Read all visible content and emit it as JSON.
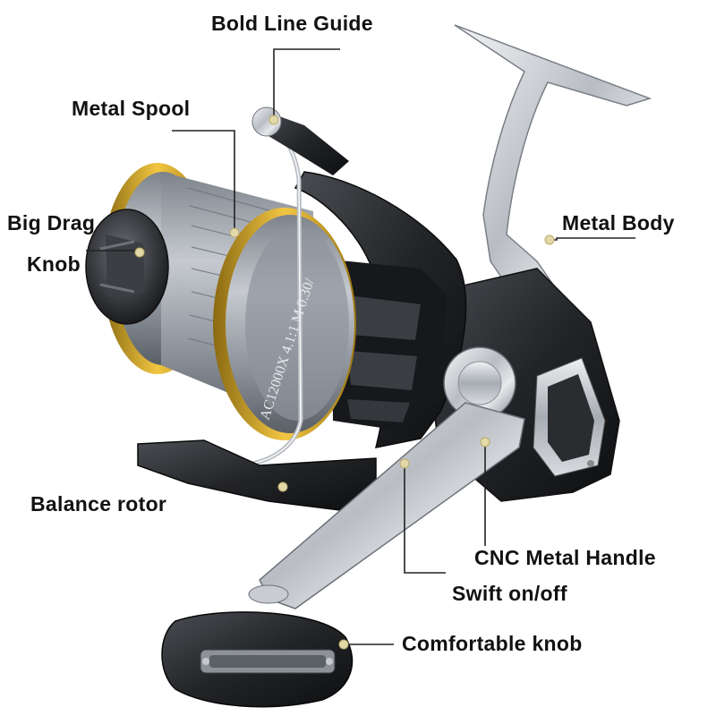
{
  "labels": {
    "bold_line_guide": "Bold Line Guide",
    "metal_spool": "Metal Spool",
    "big_drag": "Big Drag",
    "knob": "Knob",
    "metal_body": "Metal Body",
    "balance_rotor": "Balance rotor",
    "cnc_metal_handle": "CNC Metal Handle",
    "swift_on_off": "Swift on/off",
    "comfortable_knob": "Comfortable knob"
  },
  "spool_text": "AC12000X 4.1:1 M 0.30/",
  "colors": {
    "background": "#ffffff",
    "label_text": "#111111",
    "leader_line": "#222222",
    "spool_gold": "#d9a81f",
    "metal_silver": "#c2c6cc",
    "body_dark": "#26282c",
    "marker_dot": "#e3d8a8"
  }
}
